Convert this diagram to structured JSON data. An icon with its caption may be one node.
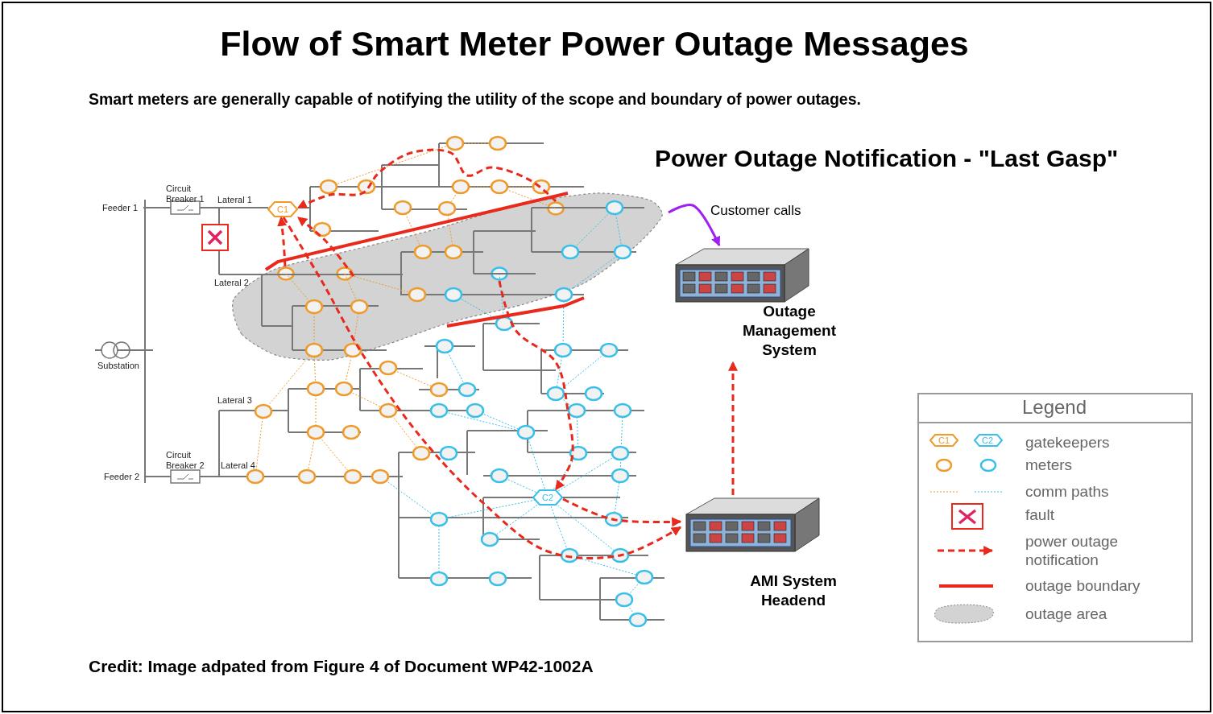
{
  "diagram": {
    "title": "Flow of Smart Meter Power Outage Messages",
    "nodes": [
      {
        "text": [],
        "shape": "cloud"
      },
      {
        "text": [
          "C1"
        ]
      },
      {
        "text": [
          "C2"
        ]
      },
      {
        "text": [
          "Outage Management System"
        ]
      },
      {
        "text": [
          "AMI System Headend"
        ]
      },
      {
        "text": [],
        "shape": "circle",
        "in": 0
      },
      {
        "text": [],
        "shape": "circle",
        "in": 0
      },
      {
        "text": [],
        "shape": "circle",
        "in": 0
      },
      {
        "text": [],
        "shape": "circle",
        "in": 0
      }
    ],
    "edges": [
      {
        "from": 5,
        "to": 1,
        "arrow": "to",
        "style": "dashed"
      },
      {
        "from": 8,
        "to": 1,
        "arrow": "to",
        "style": "dashed"
      },
      {
        "from": 6,
        "to": 1,
        "arrow": "to",
        "style": "dashed"
      },
      {
        "from": 1,
        "to": 4,
        "arrow": "to",
        "style": "dashed"
      },
      {
        "from": 7,
        "to": 2,
        "arrow": "to",
        "style": "dashed"
      },
      {
        "from": 2,
        "to": 4,
        "arrow": "to",
        "style": "dashed"
      },
      {
        "from": 4,
        "to": 3,
        "arrow": "to",
        "style": "dashed"
      },
      {
        "from": 0,
        "to": 3,
        "arrow": "to",
        "label": "Customer calls",
        "color": "#a020f0"
      }
    ],
    "labels": [
      "Smart meters are generally capable of notifying the utility of the scope and boundary of power outages.",
      "Power Outage Notification - \"Last Gasp\"",
      "Feeder 1",
      "Circuit Breaker 1",
      "Lateral 1",
      "Lateral 2",
      "Substation",
      "Lateral 3",
      "Circuit Breaker 2",
      "Lateral 4",
      "Feeder 2",
      "Legend",
      "C1",
      "C2",
      "Credit:  Image adpated from Figure 4 of Document WP42-1002A"
    ],
    "legend": [
      {
        "text": "gatekeepers"
      },
      {
        "text": "meters"
      },
      {
        "text": "comm paths"
      },
      {
        "text": "fault"
      },
      {
        "text": "power outage notification"
      },
      {
        "text": "outage boundary"
      },
      {
        "text": "outage area"
      }
    ]
  }
}
